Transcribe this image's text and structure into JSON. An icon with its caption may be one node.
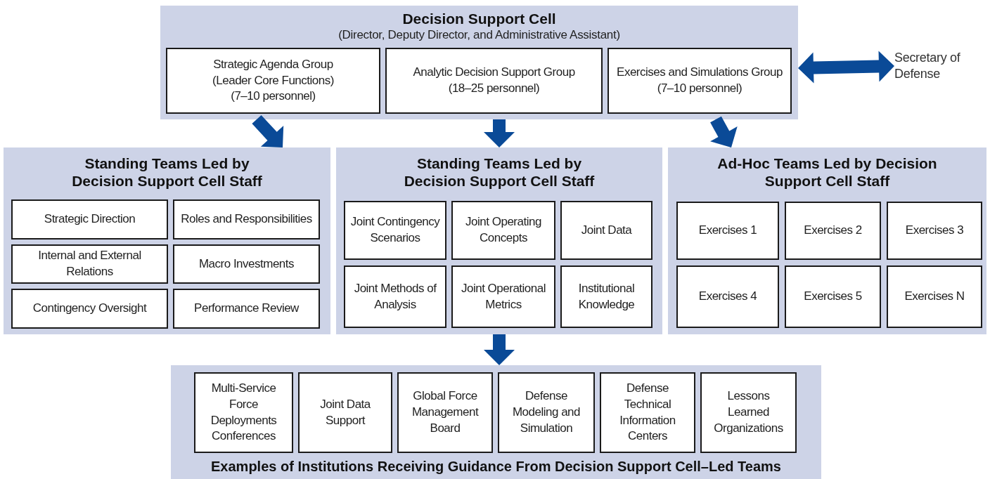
{
  "diagram": {
    "nodes": [
      {
        "text": [
          "Decision Support Cell",
          "(Director, Deputy Director, and Administrative Assistant)"
        ]
      },
      {
        "text": [
          "Strategic Agenda Group",
          "(Leader Core Functions)",
          "(7–10 personnel)"
        ],
        "in": 0
      },
      {
        "text": [
          "Analytic Decision Support Group",
          "(18–25 personnel)"
        ],
        "in": 0
      },
      {
        "text": [
          "Exercises and Simulations Group",
          "(7–10 personnel)"
        ],
        "in": 0
      },
      {
        "text": [
          "Secretary of Defense"
        ]
      },
      {
        "text": [
          "Standing Teams Led by Decision Support Cell Staff"
        ]
      },
      {
        "text": [
          "Strategic Direction"
        ],
        "in": 5
      },
      {
        "text": [
          "Roles and Responsibilities"
        ],
        "in": 5
      },
      {
        "text": [
          "Internal and External Relations"
        ],
        "in": 5
      },
      {
        "text": [
          "Macro Investments"
        ],
        "in": 5
      },
      {
        "text": [
          "Contingency Oversight"
        ],
        "in": 5
      },
      {
        "text": [
          "Performance Review"
        ],
        "in": 5
      },
      {
        "text": [
          "Standing Teams Led by Decision Support Cell Staff"
        ]
      },
      {
        "text": [
          "Joint Contingency Scenarios"
        ],
        "in": 12
      },
      {
        "text": [
          "Joint Operating Concepts"
        ],
        "in": 12
      },
      {
        "text": [
          "Joint Data"
        ],
        "in": 12
      },
      {
        "text": [
          "Joint Methods of Analysis"
        ],
        "in": 12
      },
      {
        "text": [
          "Joint Operational Metrics"
        ],
        "in": 12
      },
      {
        "text": [
          "Institutional Knowledge"
        ],
        "in": 12
      },
      {
        "text": [
          "Ad-Hoc Teams Led by Decision Support Cell Staff"
        ]
      },
      {
        "text": [
          "Exercises 1"
        ],
        "in": 19
      },
      {
        "text": [
          "Exercises 2"
        ],
        "in": 19
      },
      {
        "text": [
          "Exercises 3"
        ],
        "in": 19
      },
      {
        "text": [
          "Exercises 4"
        ],
        "in": 19
      },
      {
        "text": [
          "Exercises 5"
        ],
        "in": 19
      },
      {
        "text": [
          "Exercises N"
        ],
        "in": 19
      },
      {
        "text": [
          "Examples of Institutions Receiving Guidance From Decision Support Cell–Led Teams"
        ]
      },
      {
        "text": [
          "Multi-Service Force Deployments Conferences"
        ],
        "in": 26
      },
      {
        "text": [
          "Joint Data Support"
        ],
        "in": 26
      },
      {
        "text": [
          "Global Force Management Board"
        ],
        "in": 26
      },
      {
        "text": [
          "Defense Modeling and Simulation"
        ],
        "in": 26
      },
      {
        "text": [
          "Defense Technical Information Centers"
        ],
        "in": 26
      },
      {
        "text": [
          "Lessons Learned Organizations"
        ],
        "in": 26
      }
    ],
    "edges": [
      {
        "from": 0,
        "to": 4,
        "arrow": "both",
        "style": "thick"
      },
      {
        "from": 0,
        "to": 5,
        "arrow": "to",
        "style": "thick"
      },
      {
        "from": 0,
        "to": 12,
        "arrow": "to",
        "style": "thick"
      },
      {
        "from": 0,
        "to": 19,
        "arrow": "to",
        "style": "thick"
      },
      {
        "from": 12,
        "to": 26,
        "arrow": "to",
        "style": "thick"
      }
    ]
  }
}
